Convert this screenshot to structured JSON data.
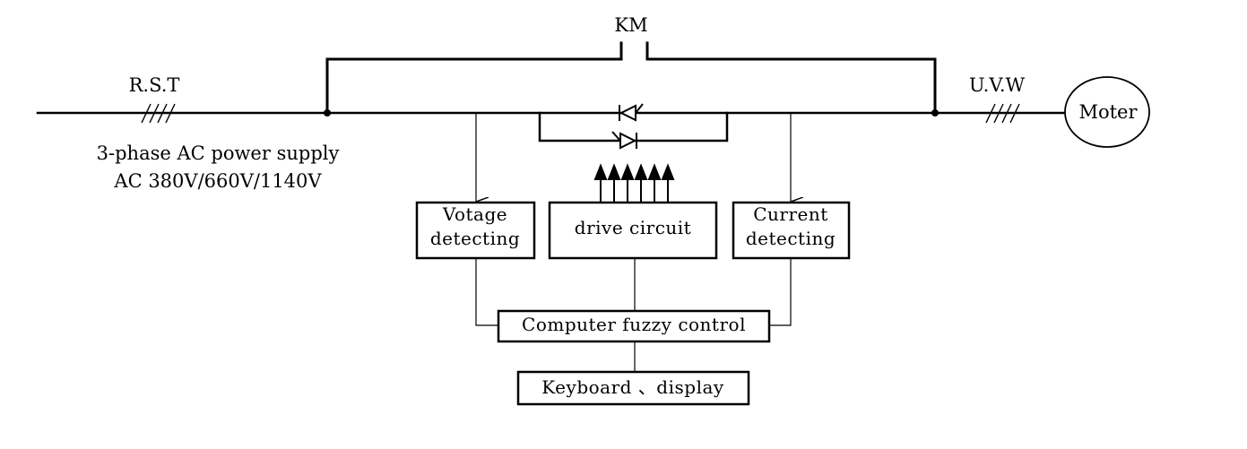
{
  "labels": {
    "km": "KM",
    "source_phases": "R.S.T",
    "output_phases": "U.V.W",
    "power_supply_line1": "3-phase AC power supply",
    "power_supply_line2": "AC 380V/660V/1140V",
    "motor": "Moter"
  },
  "blocks": {
    "voltage_detecting": {
      "line1": "Votage",
      "line2": "detecting"
    },
    "drive_circuit": {
      "label": "drive circuit"
    },
    "current_detecting": {
      "line1": "Current",
      "line2": "detecting"
    },
    "fuzzy_control": {
      "label": "Computer fuzzy control"
    },
    "keyboard_display": {
      "label": "Keyboard 、display"
    }
  }
}
